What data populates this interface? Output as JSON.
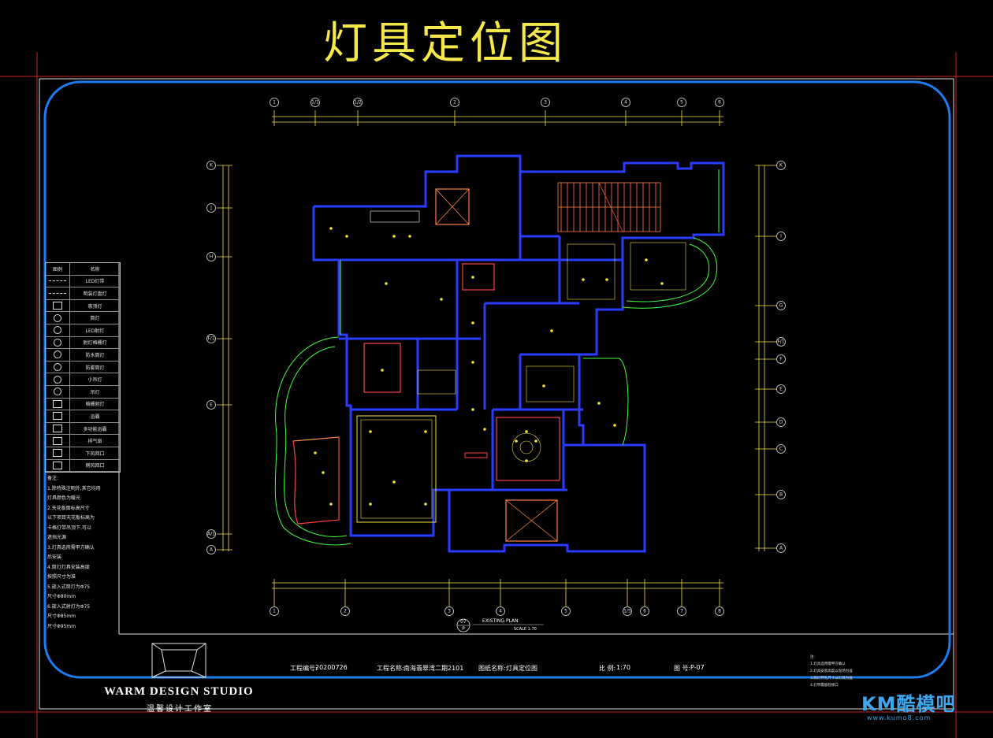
{
  "title": "灯具定位图",
  "plan_caption": "EXISTING PLAN",
  "plan_scale": "SCALE 1:70",
  "plan_number_label": "07",
  "plan_letter": "P",
  "grid_top": [
    "1",
    "1/1",
    "1/2",
    "2",
    "3",
    "4",
    "5",
    "6"
  ],
  "grid_bottom": [
    "1",
    "2",
    "3",
    "4",
    "5",
    "1/5",
    "6",
    "7",
    "8"
  ],
  "grid_left": [
    "K",
    "J",
    "H",
    "F/1",
    "E",
    "A/1",
    "A"
  ],
  "grid_right": [
    "K",
    "I",
    "G",
    "F/1",
    "F",
    "E",
    "D",
    "C",
    "B",
    "A"
  ],
  "legend": {
    "header_sym": "图例",
    "header_txt": "名称",
    "items": [
      {
        "sym": "line",
        "label": "LED灯带"
      },
      {
        "sym": "line",
        "label": "明装灯盘灯"
      },
      {
        "sym": "box",
        "label": "吸顶灯"
      },
      {
        "sym": "circ",
        "label": "筒灯"
      },
      {
        "sym": "circ",
        "label": "LED射灯"
      },
      {
        "sym": "circ",
        "label": "射灯格栅灯"
      },
      {
        "sym": "circ",
        "label": "防水筒灯"
      },
      {
        "sym": "circ",
        "label": "防雾筒灯"
      },
      {
        "sym": "circ",
        "label": "小吊灯"
      },
      {
        "sym": "circ",
        "label": "吊灯"
      },
      {
        "sym": "box",
        "label": "格栅射灯"
      },
      {
        "sym": "box",
        "label": "浴霸"
      },
      {
        "sym": "box",
        "label": "多功能浴霸"
      },
      {
        "sym": "box",
        "label": "排气扇"
      },
      {
        "sym": "box",
        "label": "下风回口"
      },
      {
        "sym": "box",
        "label": "侧风回口"
      }
    ]
  },
  "notes": [
    "备注:",
    "1.除特殊注明外,其它均用",
    "灯具颜色为暖光",
    "2.天花板面标高尺寸",
    "以下项目天花板标高为",
    "卡格灯带吊顶下,可以",
    "遮挡光源",
    "3.灯具选用需甲方确认",
    "后安装",
    "4.筒灯灯具安装高度",
    "按照尺寸为准",
    "5.嵌入式筒灯为Φ75",
    "尺寸Φ80mm",
    "6.嵌入式射灯为Φ75",
    "尺寸Φ85mm",
    "尺寸Φ95mm"
  ],
  "right_notes": [
    "注:",
    "1.灯具选用需甲方确认",
    "2.灯具安装高度以现场为准",
    "3.筒灯开孔尺寸以灯具为准",
    "4.灯带需留检修口"
  ],
  "title_block": {
    "date_label": "工程编号:",
    "date": "20200726",
    "project_label": "工程名称:",
    "project": "南海翡翠湾二期2101",
    "drawing_label": "图纸名称:",
    "drawing": "灯具定位图",
    "scale_label": "比 例:",
    "scale": "1:70",
    "sheet_label": "图 号:",
    "sheet": "P-07"
  },
  "studio": {
    "name": "WARM DESIGN STUDIO",
    "name_cn": "温馨设计工作室"
  },
  "watermark": {
    "logo": "KM酷模吧",
    "url": "www.kumo8.com"
  },
  "colors": {
    "frame": "#1e7bf0",
    "wall": "#2a3cff",
    "grid": "#f0e040",
    "dim": "#ff4040",
    "green": "#40ff40",
    "orange": "#ff8040"
  }
}
